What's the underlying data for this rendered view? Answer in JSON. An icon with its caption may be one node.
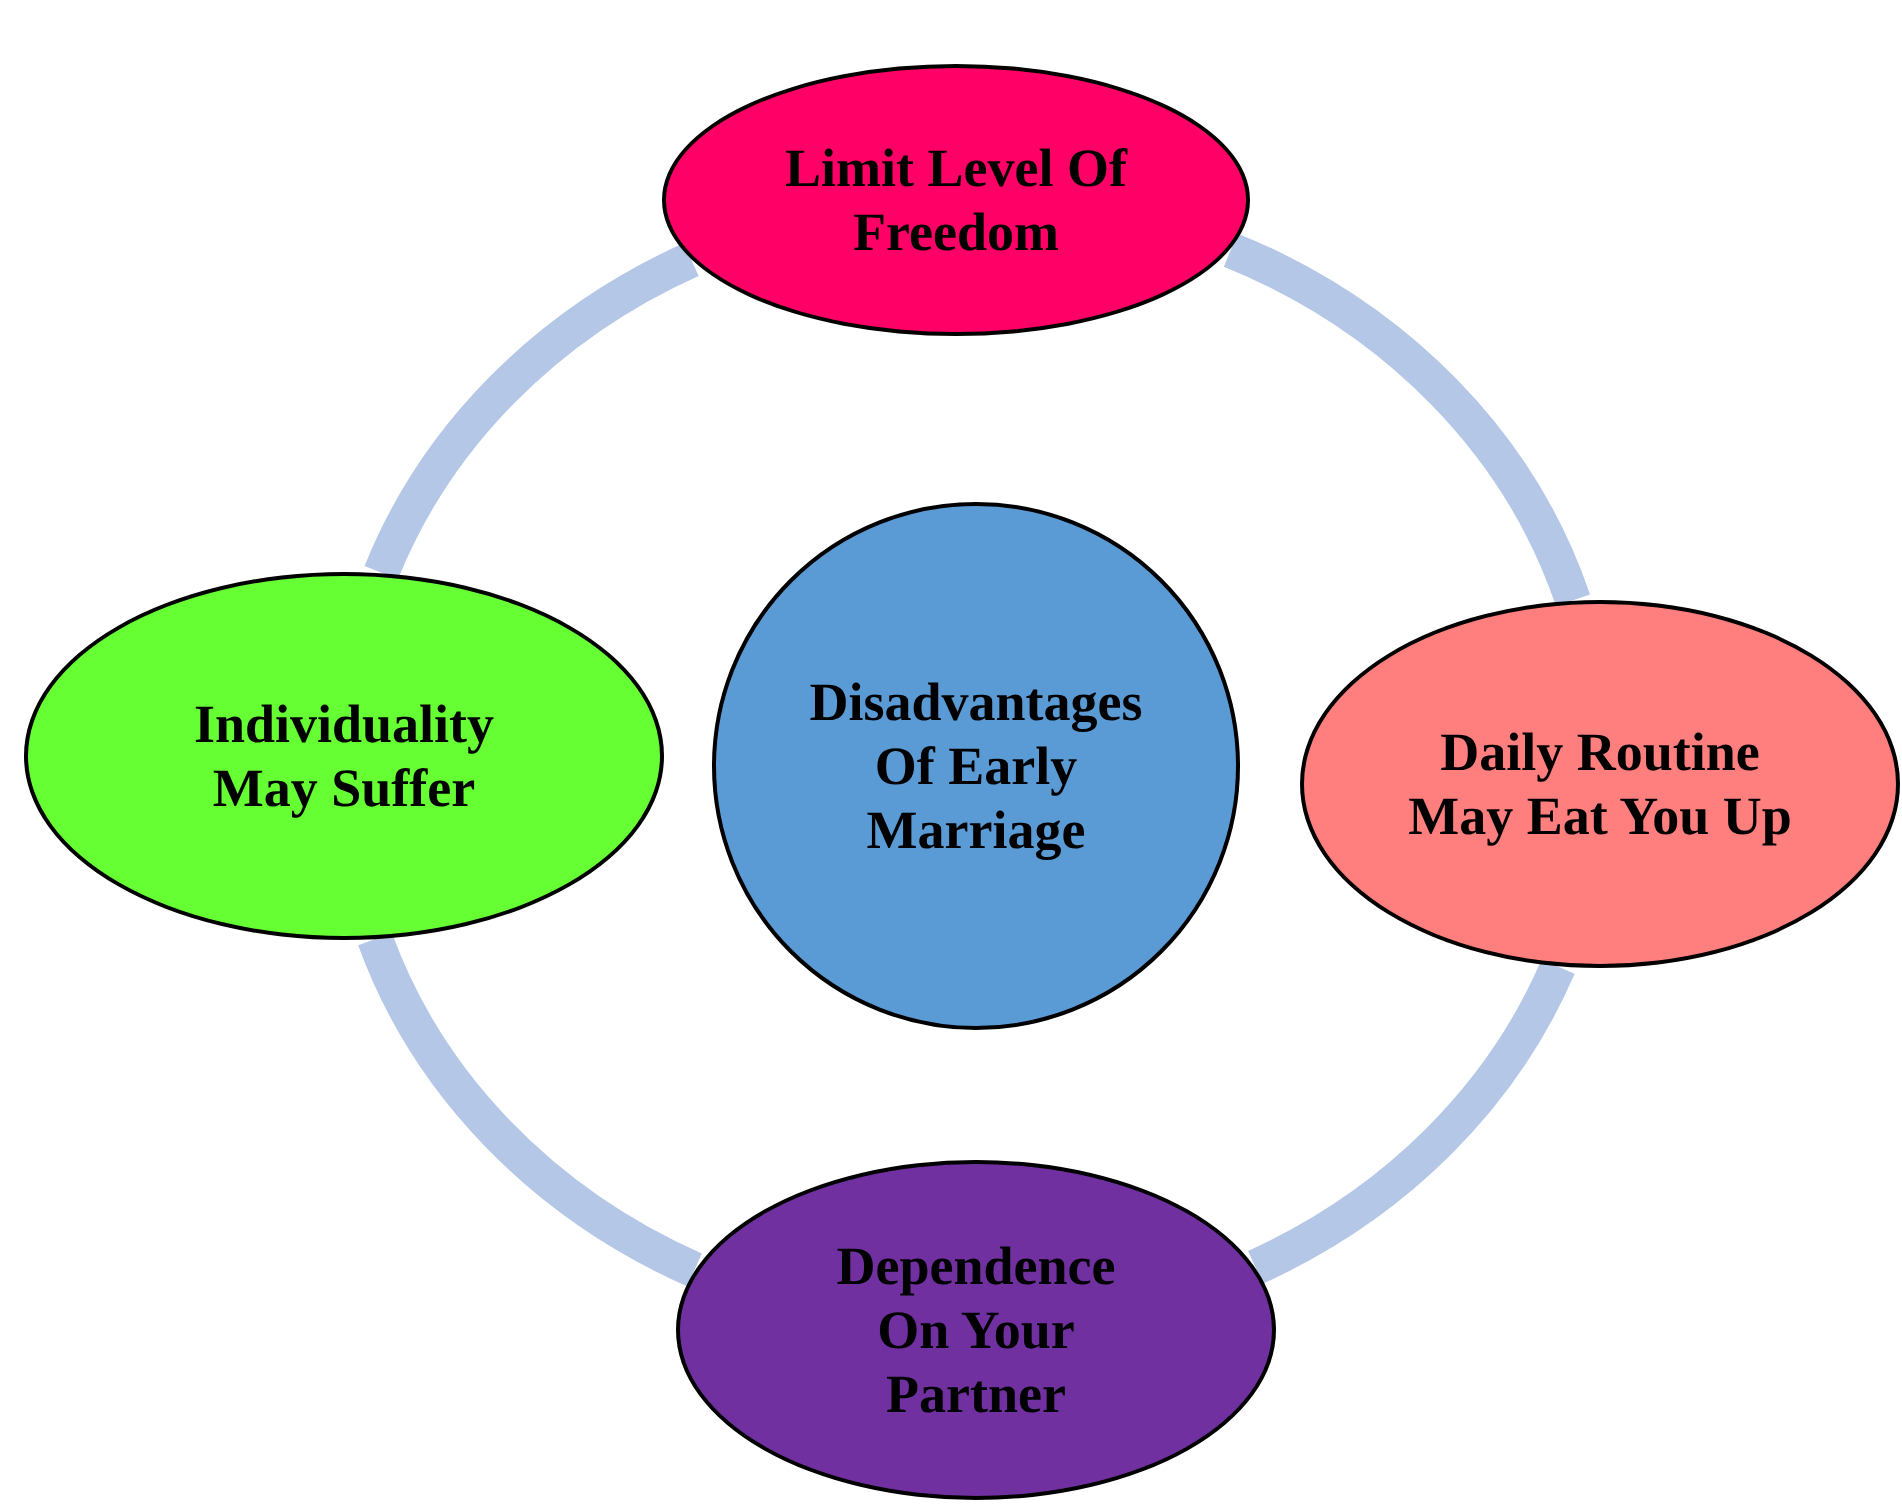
{
  "diagram": {
    "nodes": [
      {
        "text": [
          "Disadvantages Of Early Marriage"
        ]
      },
      {
        "text": [
          "Limit Level Of Freedom"
        ]
      },
      {
        "text": [
          "Daily Routine May Eat You Up"
        ]
      },
      {
        "text": [
          "Dependence On Your Partner"
        ]
      },
      {
        "text": [
          "Individuality May Suffer"
        ]
      }
    ],
    "edges": [
      {
        "from": 1,
        "to": 2,
        "arrow": "none"
      },
      {
        "from": 2,
        "to": 3,
        "arrow": "none"
      },
      {
        "from": 3,
        "to": 4,
        "arrow": "none"
      },
      {
        "from": 4,
        "to": 1,
        "arrow": "none"
      }
    ]
  }
}
